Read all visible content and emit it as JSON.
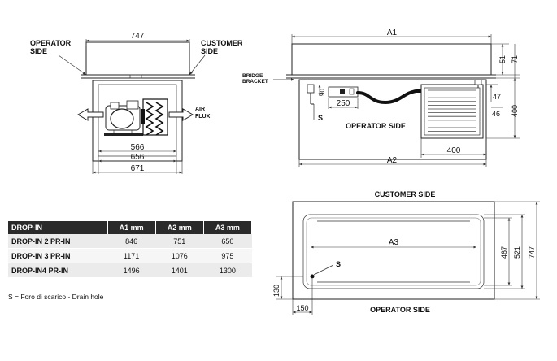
{
  "front_view": {
    "operator_side": "OPERATOR SIDE",
    "customer_side": "CUSTOMER SIDE",
    "top_width": "747",
    "air_flux": "AIR FLUX",
    "dim_566": "566",
    "dim_656": "656",
    "dim_671": "671"
  },
  "side_view": {
    "a1": "A1",
    "a2": "A2",
    "bridge_bracket": "BRIDGE BRACKET",
    "operator_side": "OPERATOR SIDE",
    "s_label": "S",
    "dim_90": "90",
    "dim_250": "250",
    "dim_400": "400",
    "dim_51": "51",
    "dim_71": "71",
    "dim_47": "47",
    "dim_46": "46",
    "dim_400_right": "400"
  },
  "plan_view": {
    "customer_side": "CUSTOMER SIDE",
    "operator_side": "OPERATOR SIDE",
    "a3": "A3",
    "s_label": "S",
    "dim_467": "467",
    "dim_521": "521",
    "dim_747": "747",
    "dim_130": "130",
    "dim_150": "150"
  },
  "table": {
    "headers": [
      "DROP-IN",
      "A1 mm",
      "A2 mm",
      "A3 mm"
    ],
    "rows": [
      [
        "DROP-IN 2 PR-IN",
        "846",
        "751",
        "650"
      ],
      [
        "DROP-IN 3 PR-IN",
        "1171",
        "1076",
        "975"
      ],
      [
        "DROP-IN4 PR-IN",
        "1496",
        "1401",
        "1300"
      ]
    ]
  },
  "note": "S = Foro di scarico - Drain hole"
}
